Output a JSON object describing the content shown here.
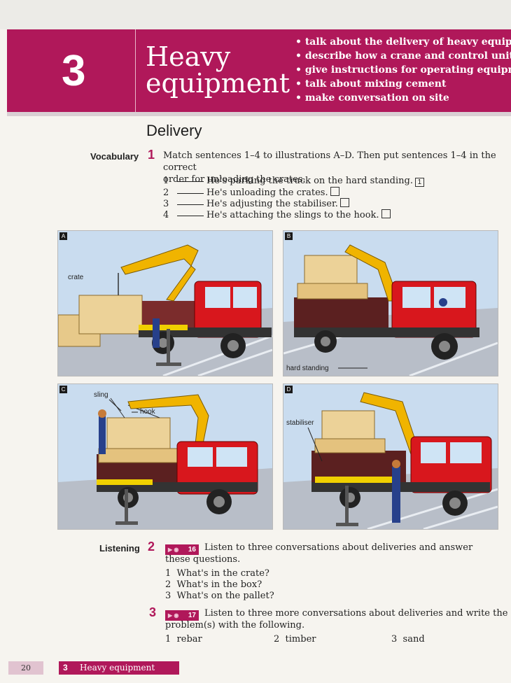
{
  "unit": {
    "number": "3",
    "title_line1": "Heavy",
    "title_line2": "equipment",
    "objectives": [
      "talk about the delivery of heavy equipment",
      "describe how a crane and control units work",
      "give instructions for operating equipment",
      "talk about mixing cement",
      "make conversation on site"
    ]
  },
  "heading": "Delivery",
  "vocabulary": {
    "label": "Vocabulary",
    "exercise_number": "1",
    "instruction_line1": "Match sentences 1–4 to illustrations A–D. Then put sentences 1–4 in the correct",
    "instruction_line2": "order for unloading the crates.",
    "sentences": [
      {
        "num": "1",
        "text": "He's parking the truck on the hard standing.",
        "box": "1"
      },
      {
        "num": "2",
        "text": "He's unloading the crates.",
        "box": ""
      },
      {
        "num": "3",
        "text": "He's adjusting the stabiliser.",
        "box": ""
      },
      {
        "num": "4",
        "text": "He's attaching the slings to the hook.",
        "box": ""
      }
    ]
  },
  "illustrations": {
    "a": {
      "letter": "A",
      "label": "crate"
    },
    "b": {
      "letter": "B",
      "label": "hard standing"
    },
    "c": {
      "letter": "C",
      "label_sling": "sling",
      "label_hook": "hook"
    },
    "d": {
      "letter": "D",
      "label": "stabiliser"
    }
  },
  "listening": {
    "label": "Listening",
    "ex2": {
      "number": "2",
      "track": "16",
      "line1": "Listen to three conversations about deliveries and answer",
      "line2": "these questions.",
      "questions": [
        {
          "num": "1",
          "text": "What's in the crate?"
        },
        {
          "num": "2",
          "text": "What's in the box?"
        },
        {
          "num": "3",
          "text": "What's on the pallet?"
        }
      ]
    },
    "ex3": {
      "number": "3",
      "track": "17",
      "line1": "Listen to three more conversations about deliveries and write the",
      "line2": "problem(s) with the following.",
      "items": [
        {
          "num": "1",
          "text": "rebar"
        },
        {
          "num": "2",
          "text": "timber"
        },
        {
          "num": "3",
          "text": "sand"
        }
      ]
    }
  },
  "footer": {
    "page_number": "20",
    "unit_number": "3",
    "unit_title": "Heavy equipment"
  },
  "colors": {
    "accent": "#b0185a",
    "truck_red": "#d8171d",
    "crane_yellow": "#f0b400"
  }
}
